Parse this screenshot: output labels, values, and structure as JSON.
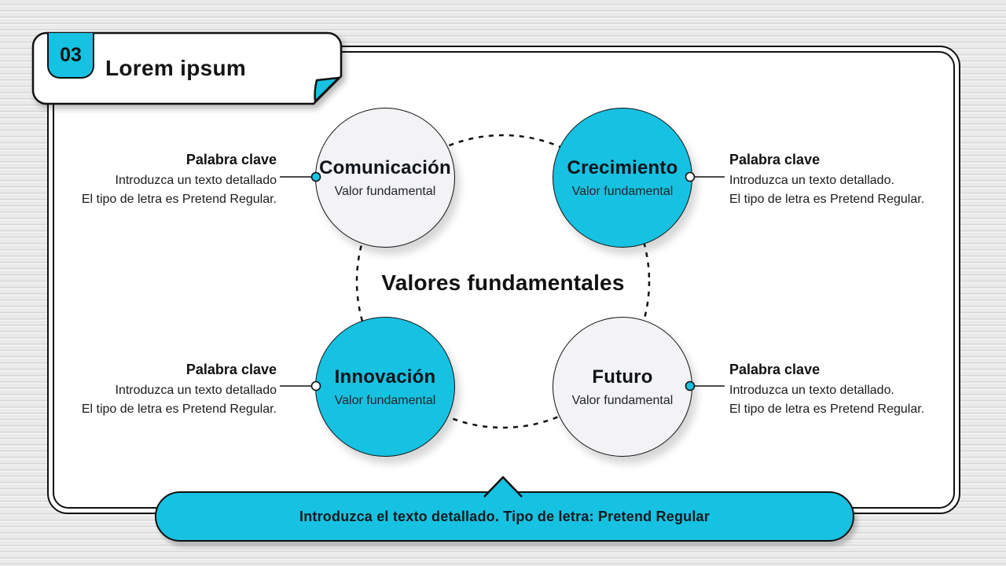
{
  "header": {
    "number": "03",
    "title": "Lorem ipsum"
  },
  "diagram": {
    "center_title": "Valores fundamentales",
    "items": [
      {
        "name": "Comunicación",
        "subtitle": "Valor fundamental",
        "style": "light",
        "label_side": "left",
        "label": {
          "title": "Palabra clave",
          "line1": "Introduzca un texto detallado",
          "line2": "El tipo de letra es Pretend Regular."
        }
      },
      {
        "name": "Crecimiento",
        "subtitle": "Valor fundamental",
        "style": "accent",
        "label_side": "right",
        "label": {
          "title": "Palabra clave",
          "line1": "Introduzca un texto detallado.",
          "line2": "El tipo de letra es Pretend Regular."
        }
      },
      {
        "name": "Innovación",
        "subtitle": "Valor fundamental",
        "style": "accent",
        "label_side": "left",
        "label": {
          "title": "Palabra clave",
          "line1": "Introduzca un texto detallado",
          "line2": "El tipo de letra es Pretend Regular."
        }
      },
      {
        "name": "Futuro",
        "subtitle": "Valor fundamental",
        "style": "light",
        "label_side": "right",
        "label": {
          "title": "Palabra clave",
          "line1": "Introduzca un texto detallado.",
          "line2": "El tipo de letra es Pretend Regular."
        }
      }
    ]
  },
  "footer": {
    "banner_text": "Introduzca el texto detallado. Tipo de letra: Pretend Regular"
  },
  "colors": {
    "accent": "#17C1E1",
    "light_circle": "#F3F3F6",
    "ink": "#111111",
    "background_stripe": "#EAEAEA"
  }
}
